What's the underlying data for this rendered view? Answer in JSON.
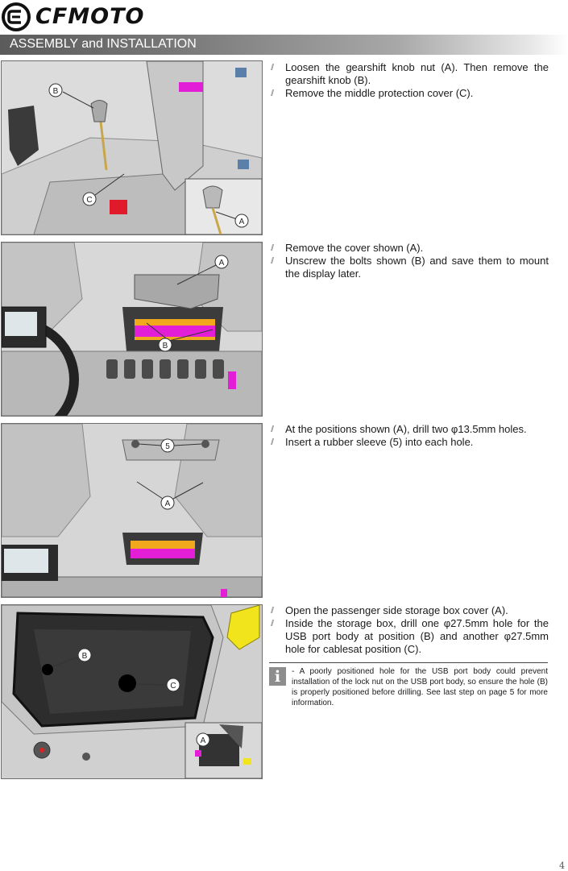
{
  "header": {
    "brand": "CFMOTO",
    "section_title": "ASSEMBLY and INSTALLATION"
  },
  "steps": [
    {
      "id": "step1",
      "callouts": [
        "B",
        "C",
        "A"
      ],
      "items": [
        "Loosen the gearshift knob nut (A). Then remove the gearshift knob (B).",
        "Remove the middle protection cover (C)."
      ]
    },
    {
      "id": "step2",
      "callouts": [
        "A",
        "B"
      ],
      "items": [
        "Remove the cover shown (A).",
        "Unscrew the bolts shown (B) and save them to mount the display later."
      ]
    },
    {
      "id": "step3",
      "callouts": [
        "5",
        "A"
      ],
      "items": [
        "At the positions shown (A), drill two φ13.5mm holes.",
        "Insert a rubber sleeve (5) into each hole."
      ]
    },
    {
      "id": "step4",
      "callouts": [
        "B",
        "C",
        "A"
      ],
      "items": [
        "Open the passenger side storage box cover (A).",
        "Inside the storage box, drill one φ27.5mm hole for the USB port body at position (B) and another φ27.5mm hole for cablesat position (C)."
      ]
    }
  ],
  "note": {
    "icon": "info-icon",
    "text": "- A poorly positioned hole for the USB port body could prevent installation of the lock nut on the USB port body, so ensure the hole (B) is properly positioned before drilling. See last step on page 5 for more information."
  },
  "page_number": "4",
  "colors": {
    "highlight_magenta": "#e21fd6",
    "harness_yellow": "#f2a81d",
    "section_bar_dark": "#5b5b5b"
  }
}
